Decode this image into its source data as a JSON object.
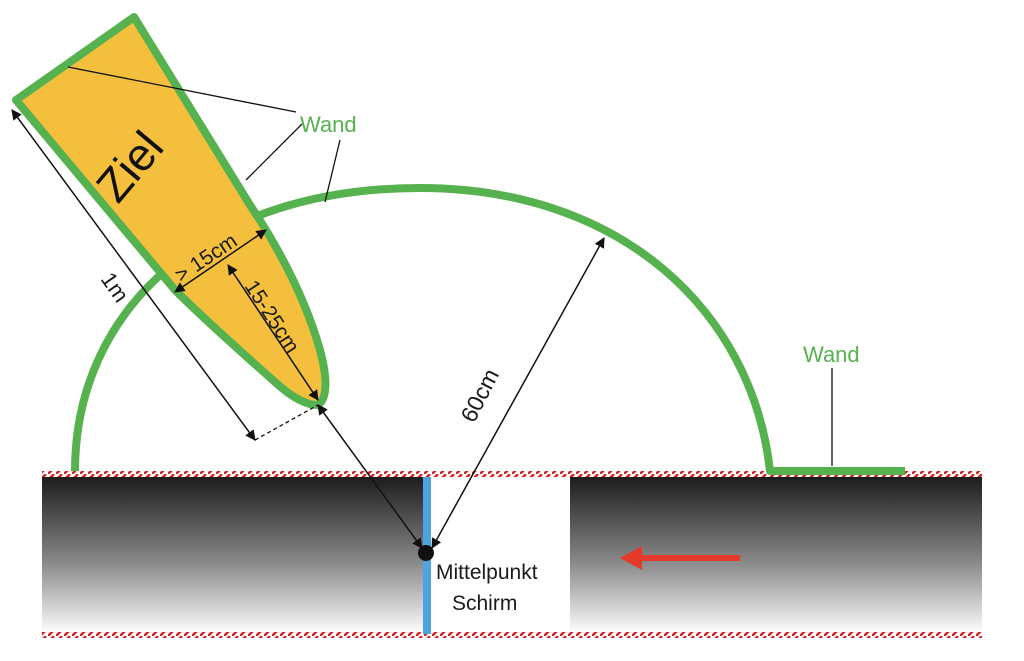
{
  "labels": {
    "target": "Ziel",
    "wall_left": "Wand",
    "wall_right": "Wand",
    "target_length": "1m",
    "target_width": "> 15cm",
    "target_gap": "15-25cm",
    "radius": "60cm",
    "center_line1": "Mittelpunkt",
    "center_line2": "Schirm"
  },
  "colors": {
    "wall": "#56b14f",
    "target_fill": "#f3bf3d",
    "screen": "#4fa3de",
    "arrow": "#e53a2a",
    "hatch": "#d42020"
  },
  "icons": {
    "direction_arrow": "arrow-left-icon"
  }
}
